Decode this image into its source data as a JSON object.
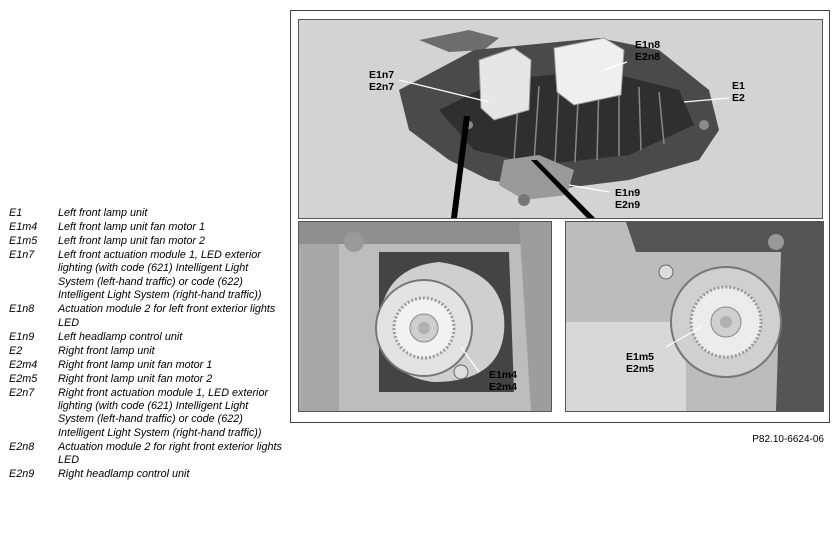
{
  "legend": {
    "items": [
      {
        "code": "E1",
        "desc": "Left front lamp unit"
      },
      {
        "code": "E1m4",
        "desc": "Left front lamp unit fan motor 1"
      },
      {
        "code": "E1m5",
        "desc": "Left front lamp unit fan motor 2"
      },
      {
        "code": "E1n7",
        "desc": "Left front actuation module 1, LED exterior lighting (with code (621) Intelligent Light System (left-hand traffic) or code (622) Intelligent Light System (right-hand traffic))"
      },
      {
        "code": "E1n8",
        "desc": "Actuation module 2 for left front exterior lights LED"
      },
      {
        "code": "E1n9",
        "desc": "Left headlamp control unit"
      },
      {
        "code": "E2",
        "desc": "Right front lamp unit"
      },
      {
        "code": "E2m4",
        "desc": "Right front lamp unit fan motor 1"
      },
      {
        "code": "E2m5",
        "desc": "Right front lamp unit fan motor 2"
      },
      {
        "code": "E2n7",
        "desc": "Right front actuation module 1, LED exterior lighting (with code (621) Intelligent Light System (left-hand traffic) or code (622) Intelligent Light System (right-hand traffic))"
      },
      {
        "code": "E2n8",
        "desc": "Actuation module 2 for right front exterior lights LED"
      },
      {
        "code": "E2n9",
        "desc": "Right headlamp control unit"
      }
    ]
  },
  "figure": {
    "callouts": {
      "n8": [
        "E1n8",
        "E2n8"
      ],
      "n7": [
        "E1n7",
        "E2n7"
      ],
      "e": [
        "E1",
        "E2"
      ],
      "n9": [
        "E1n9",
        "E2n9"
      ],
      "m4": [
        "E1m4",
        "E2m4"
      ],
      "m5": [
        "E1m5",
        "E2m5"
      ]
    },
    "figure_id": "P82.10-6624-06"
  }
}
